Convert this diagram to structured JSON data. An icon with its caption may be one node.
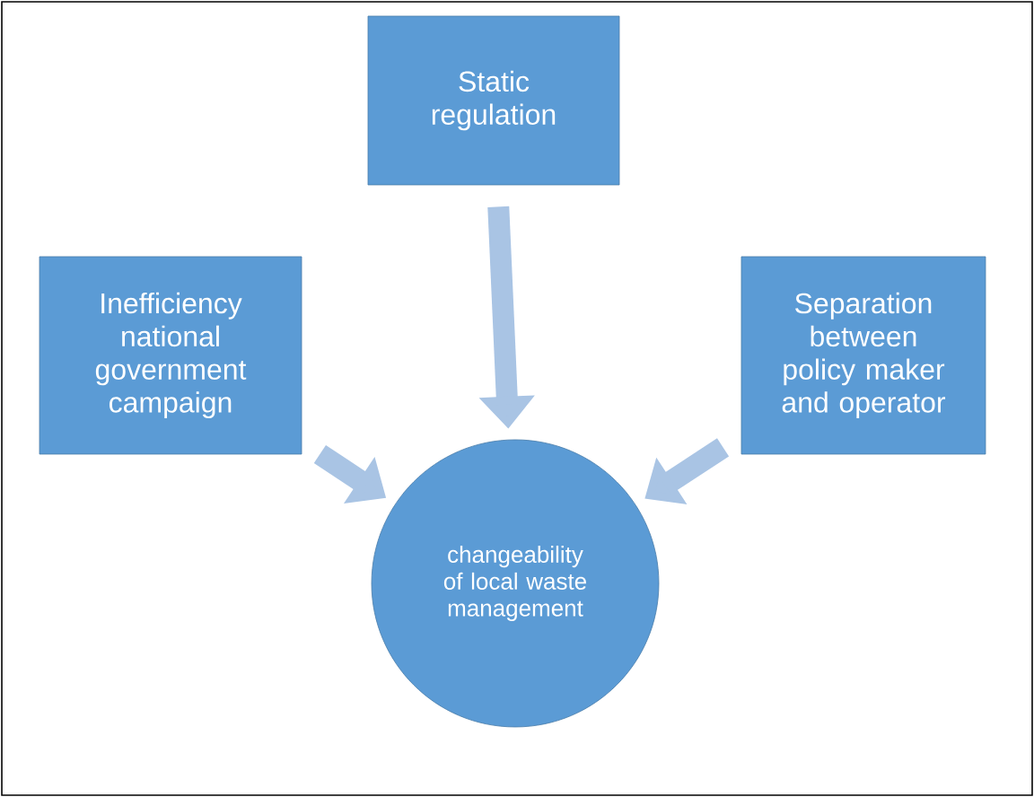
{
  "diagram": {
    "nodes": [
      {
        "text": [
          "Inefficiency national government campaign"
        ]
      },
      {
        "text": [
          "Static regulation"
        ]
      },
      {
        "text": [
          "Separation between policy maker and operator"
        ]
      },
      {
        "text": [
          "changeability of local waste management"
        ]
      }
    ],
    "edges": [
      {
        "from": 0,
        "to": 3,
        "arrow": "to"
      },
      {
        "from": 1,
        "to": 3,
        "arrow": "to"
      },
      {
        "from": 2,
        "to": 3,
        "arrow": "to"
      }
    ]
  }
}
